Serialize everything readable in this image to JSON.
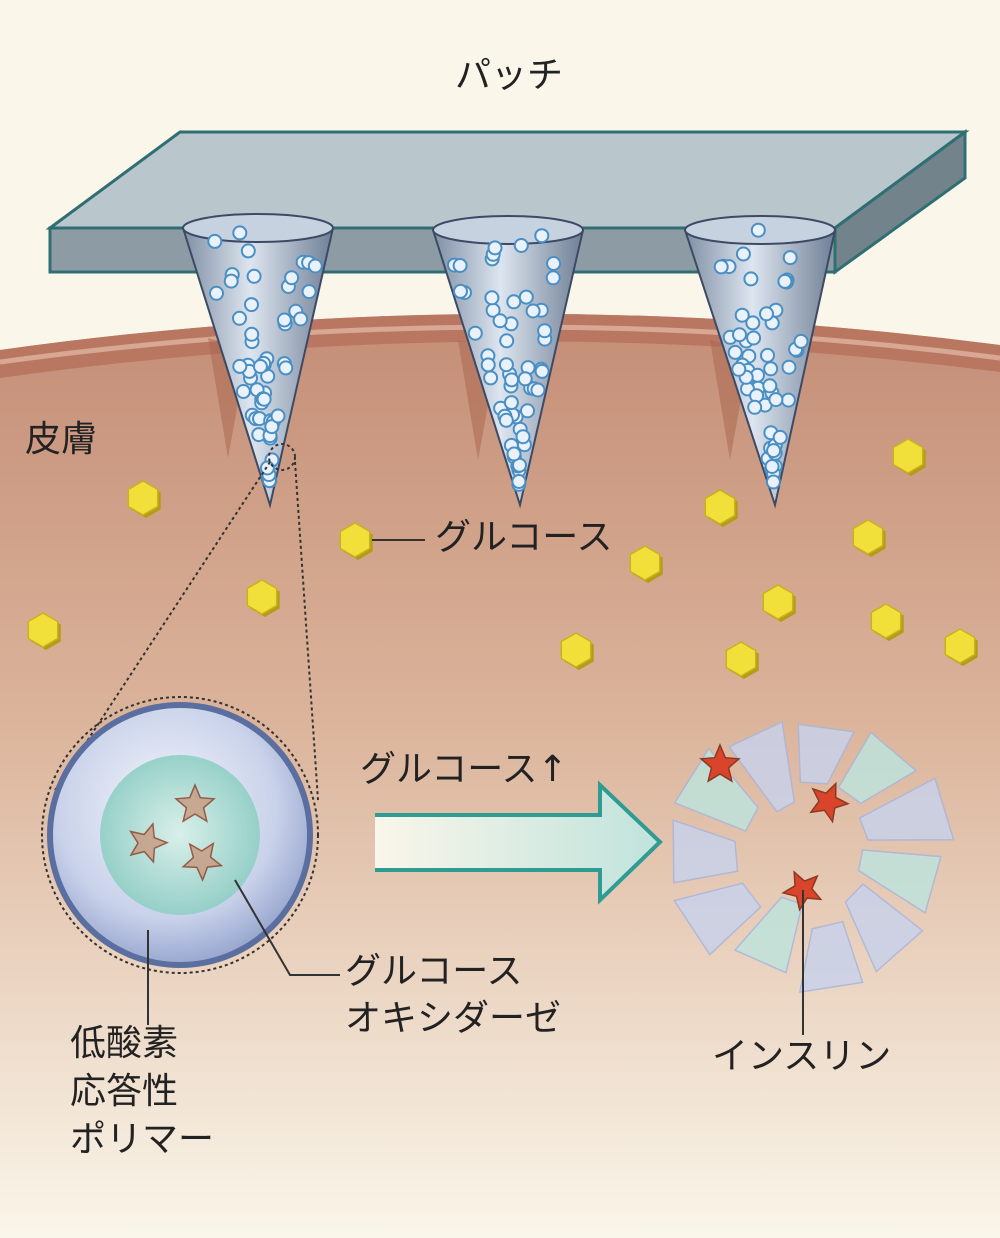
{
  "labels": {
    "patch": "パッチ",
    "skin": "皮膚",
    "glucose": "グルコース",
    "glucose_up": "グルコース↑",
    "glucose_oxidase_line1": "グルコース",
    "glucose_oxidase_line2": "オキシダーゼ",
    "polymer_line1": "低酸素",
    "polymer_line2": "応答性",
    "polymer_line3": "ポリマー",
    "insulin": "インスリン"
  },
  "colors": {
    "background": "#faf6ea",
    "patch_top": "#b9c7cc",
    "patch_edge": "#2f6f73",
    "skin_top": "#c48d76",
    "glucose": "#f2e03a",
    "insulin": "#d9442a",
    "arrow": "#2f9c93"
  }
}
